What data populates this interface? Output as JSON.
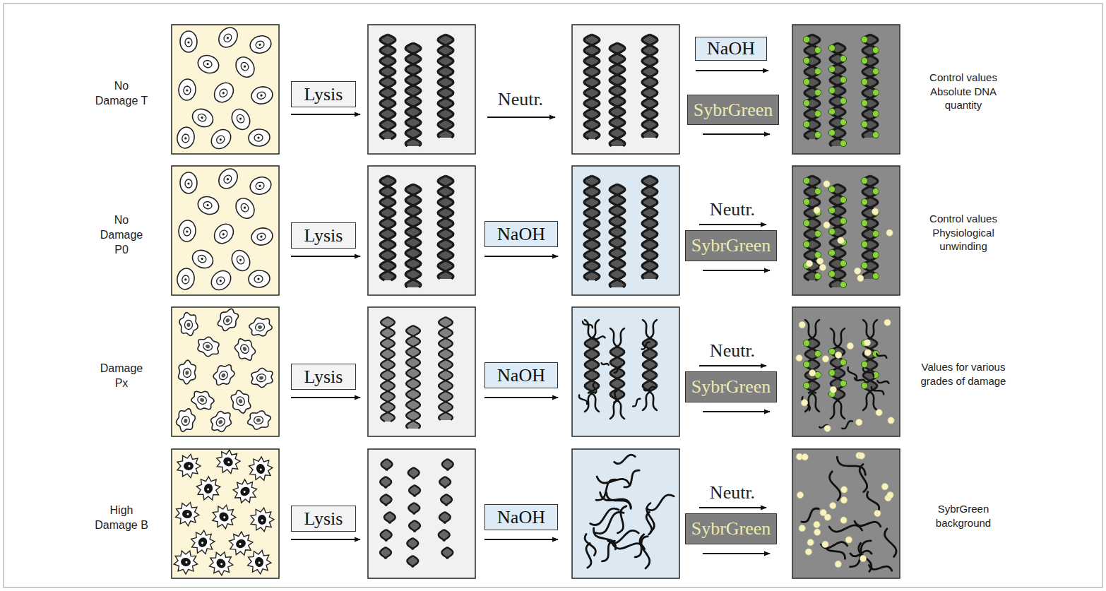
{
  "diagram": {
    "nodes": [
      {
        "text": [
          "Lysis"
        ]
      },
      {
        "text": [
          "NaOH"
        ]
      },
      {
        "text": [
          "SybrGreen"
        ]
      },
      {
        "text": [
          "Lysis"
        ]
      },
      {
        "text": [
          "NaOH"
        ]
      },
      {
        "text": [
          "SybrGreen"
        ]
      },
      {
        "text": [
          "Lysis"
        ]
      },
      {
        "text": [
          "NaOH"
        ]
      },
      {
        "text": [
          "SybrGreen"
        ]
      },
      {
        "text": [
          "Lysis"
        ]
      },
      {
        "text": [
          "NaOH"
        ]
      },
      {
        "text": [
          "SybrGreen"
        ]
      }
    ],
    "labels": [
      "No Damage T",
      "Neutr.",
      "Control values Absolute DNA quantity",
      "No Damage P0",
      "Neutr.",
      "Control values Physiological unwinding",
      "Damage Px",
      "Neutr.",
      "Values for various grades of damage",
      "High Damage B",
      "Neutr.",
      "SybrGreen background"
    ]
  }
}
